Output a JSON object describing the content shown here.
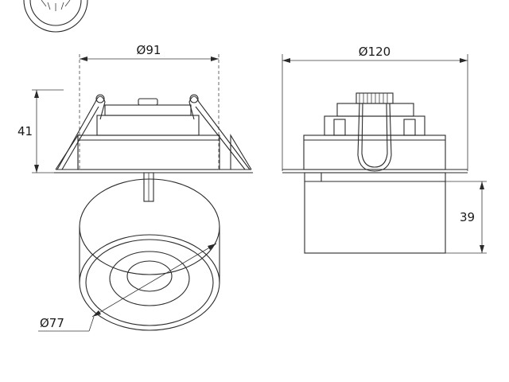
{
  "dimensions": {
    "cutout": "Ø91",
    "height_left": "41",
    "diameter_top": "Ø120",
    "height_right": "39",
    "diameter_front": "Ø77"
  },
  "colors": {
    "line": "#2a2a2a",
    "background": "#ffffff"
  },
  "icons": {
    "corner_badge": "light-bulb-icon"
  }
}
